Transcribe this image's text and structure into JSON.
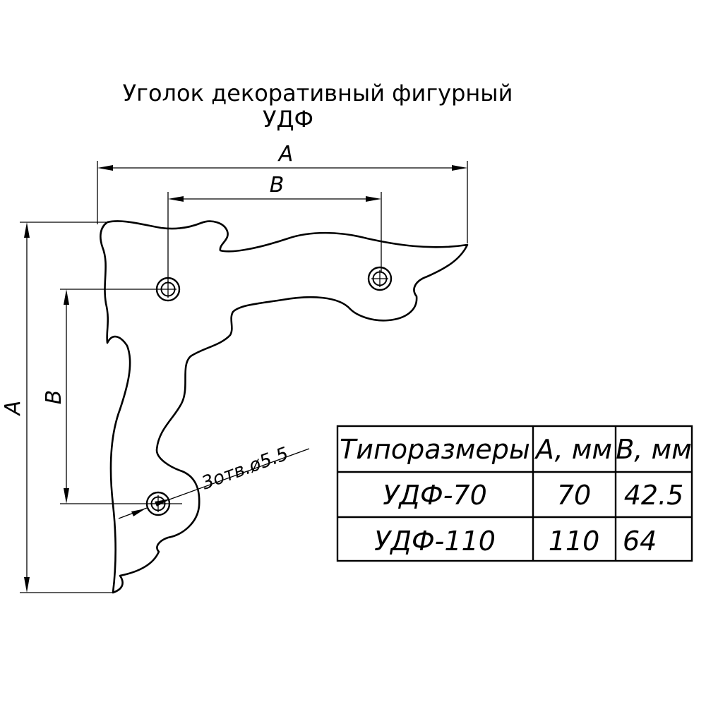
{
  "title": {
    "line1": "Уголок декоративный фигурный",
    "line2": "УДФ"
  },
  "dimensions": {
    "a_label": "A",
    "b_label": "B"
  },
  "hole_note": "3отв.ø5.5",
  "table": {
    "headers": [
      "Типоразмеры",
      "A, мм",
      "B, мм"
    ],
    "rows": [
      [
        "УДФ-70",
        "70",
        "42.5"
      ],
      [
        "УДФ-110",
        "110",
        "64"
      ]
    ]
  }
}
